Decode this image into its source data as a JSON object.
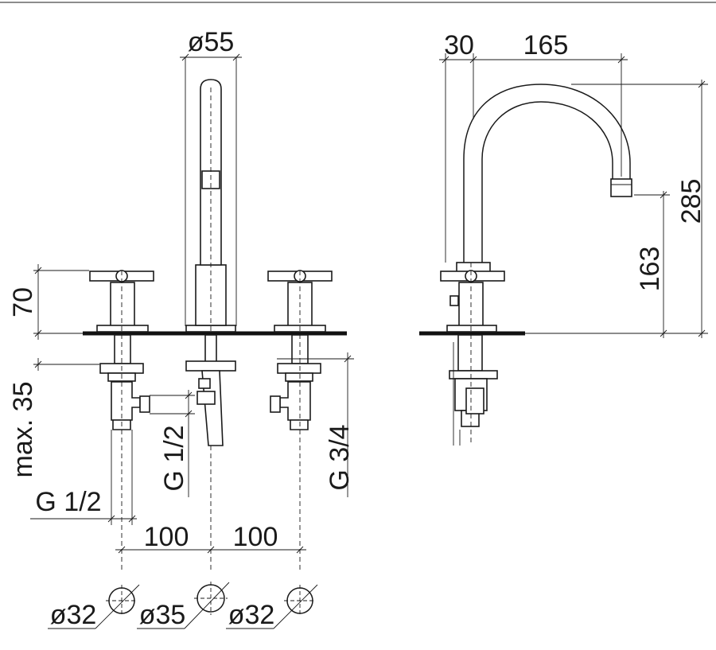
{
  "drawing": {
    "front_view": {
      "spout_diameter": "ø55",
      "handle_height": "70",
      "max_deck_thickness": "max. 35",
      "valve_thread_label": "G 1/2",
      "spout_thread": "G 1/2",
      "supply_thread": "G 3/4",
      "left_spacing": "100",
      "right_spacing": "100"
    },
    "side_view": {
      "offset_dim": "30",
      "reach_dim": "165",
      "total_height": "285",
      "outlet_height": "163"
    },
    "holes": {
      "left_hole": "ø32",
      "center_hole": "ø35",
      "right_hole": "ø32"
    }
  }
}
